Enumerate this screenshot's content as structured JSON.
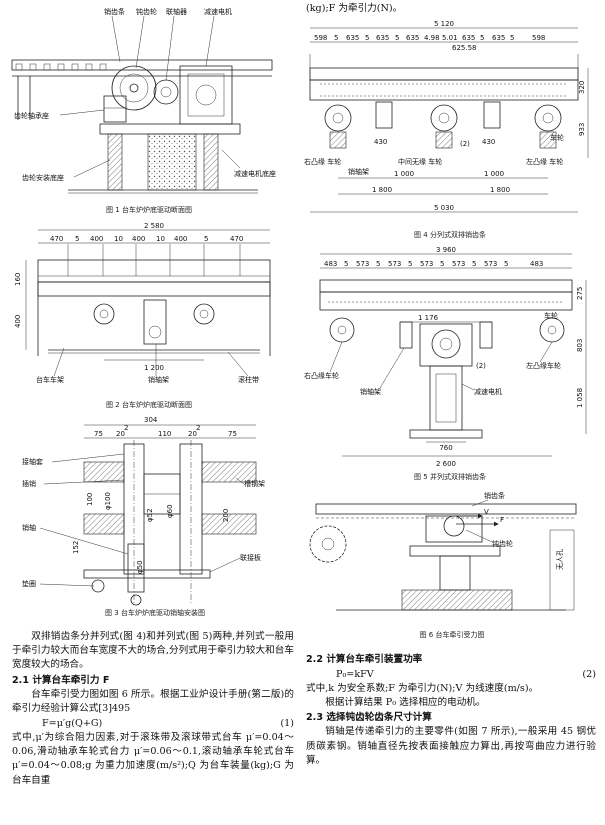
{
  "fig1": {
    "caption": "图 1 台车炉炉底驱动断面图",
    "labels": {
      "chain": "销齿条",
      "pinwheel": "钝齿轮",
      "coupling": "联轴器",
      "motor": "减速电机",
      "bearing": "齿轮轴承座",
      "base": "齿轮安装底座",
      "motor_base": "减速电机底座"
    }
  },
  "fig2": {
    "caption": "图 2 台车炉炉底驱动断面图",
    "dims": {
      "total": "2 580",
      "segments": [
        "470",
        "5",
        "400",
        "10",
        "400",
        "10",
        "400",
        "5",
        "470"
      ],
      "h_top": "160",
      "h_side": "400",
      "bottom": "1 200"
    },
    "labels": {
      "car_frame": "台车车架",
      "pin_frame": "销轴架",
      "roller_belt": "滚柱带"
    }
  },
  "fig3": {
    "caption": "图 3 台车炉炉底驱动销轴安装图",
    "dims": {
      "total": "304",
      "top": [
        "75",
        "20",
        "2",
        "110",
        "20",
        "2",
        "75"
      ],
      "d1": "φ100",
      "d2": "φ52",
      "d3": "φ50",
      "d4": "φ60",
      "h1": "100",
      "h2": "152",
      "h3": "200"
    },
    "labels": {
      "sleeve": "接轴套",
      "pin_insert": "插销",
      "pin": "销轴",
      "washer": "垫圈",
      "channel_frame": "槽钢架",
      "joint_plate": "联接板"
    }
  },
  "fig4": {
    "caption": "图 4 分列式双排销齿条",
    "dims": {
      "total": "5 120",
      "segments": [
        "598",
        "5",
        "635",
        "5",
        "635",
        "5",
        "635",
        "4.98",
        "5.01",
        "635",
        "5",
        "635",
        "5",
        "598"
      ],
      "mid": "625.58",
      "h1": "320",
      "h2": "933",
      "c1": "430",
      "c2": "430",
      "b1": "1 000",
      "b2": "1 000",
      "b3": "1 800",
      "b4": "1 800",
      "bottom": "5 030"
    },
    "labels": {
      "right_wheel": "右凸缘\n车轮",
      "pin_frame": "销轴架",
      "mid_wheel": "中间无缘\n车轮",
      "left_wheel": "左凸缘\n车轮",
      "car_wheel": "车轮",
      "mark2": "(2)"
    }
  },
  "fig5": {
    "caption": "图 5 并列式双排销齿条",
    "dims": {
      "total": "3 960",
      "segments": [
        "483",
        "5",
        "573",
        "5",
        "573",
        "5",
        "573",
        "5",
        "573",
        "5",
        "573",
        "5",
        "483"
      ],
      "h1": "275",
      "h2": "803",
      "h3": "1 058",
      "w1": "1 176",
      "w2": "760",
      "bottom": "2 600"
    },
    "labels": {
      "car_wheel": "车轮",
      "right_wheel": "右凸缘车轮",
      "left_wheel": "左凸缘车轮",
      "pin_frame": "销轴架",
      "motor": "减速电机",
      "mark2": "(2)"
    }
  },
  "fig6": {
    "caption": "图 6 台车牵引受力图",
    "labels": {
      "chain": "销齿条",
      "pinwheel": "钝齿轮",
      "F": "F",
      "V": "V",
      "base": "无人孔"
    }
  },
  "left_text": {
    "para1": "双排销齿条分并列式(图 4)和并列式(图 5)两种,并列式一般用于牵引力较大而台车宽度不大的场合,分列式用于牵引力较大和台车宽度较大的场合。",
    "h21": "2.1 计算台车牵引力 F",
    "para2": "台车牵引受力图如图 6 所示。根据工业炉设计手册(第二版)的牵引力经验计算公式[3]495",
    "eq1": "F=μ′g(Q+G)",
    "eq1_no": "(1)",
    "para3": "式中,μ′为综合阻力因素,对于滚珠带及滚球带式台车 μ′=0.04～0.06,滑动轴承车轮式台力 μ′=0.06～0.1,滚动轴承车轮式台车 μ′=0.04～0.08;g 为重力加速度(m/s²);Q 为台车装量(kg);G 为台车自重"
  },
  "right_text": {
    "top": "(kg);F 为牵引力(N)。",
    "h22": "2.2 计算台车牵引装置功率",
    "eq2": "P₀=kFV",
    "eq2_no": "(2)",
    "para4": "式中,k 为安全系数;F 为牵引力(N);V 为线速度(m/s)。",
    "para5": "根据计算结果 P₀ 选择相应的电动机。",
    "h23": "2.3 选择钝齿轮齿条尺寸计算",
    "para6": "销轴是传递牵引力的主要零件(如图 7 所示),一般采用 45 钢优质碳素钢。销轴直径先按表面接触应力算出,再按弯曲应力进行验算。"
  }
}
